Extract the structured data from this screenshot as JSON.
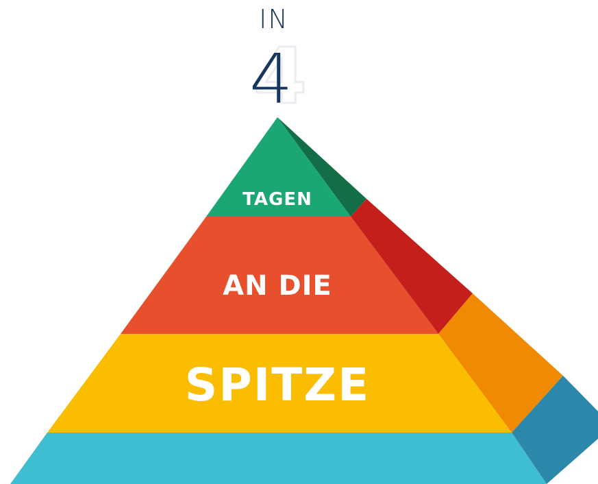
{
  "heading": {
    "prefix": "IN",
    "number": "4"
  },
  "pyramid": {
    "tiers": [
      {
        "label": "TAGEN",
        "color": "#1aa774",
        "side_color": "#136d46"
      },
      {
        "label": "AN DIE",
        "color": "#e84f2d",
        "side_color": "#c41f1a"
      },
      {
        "label": "SPITZE",
        "color": "#fbbd00",
        "side_color": "#f08a03"
      },
      {
        "label": "",
        "color": "#3fbdd1",
        "side_color": "#2b88aa"
      }
    ]
  },
  "colors": {
    "heading": "#17375e",
    "label_text": "#ffffff"
  }
}
